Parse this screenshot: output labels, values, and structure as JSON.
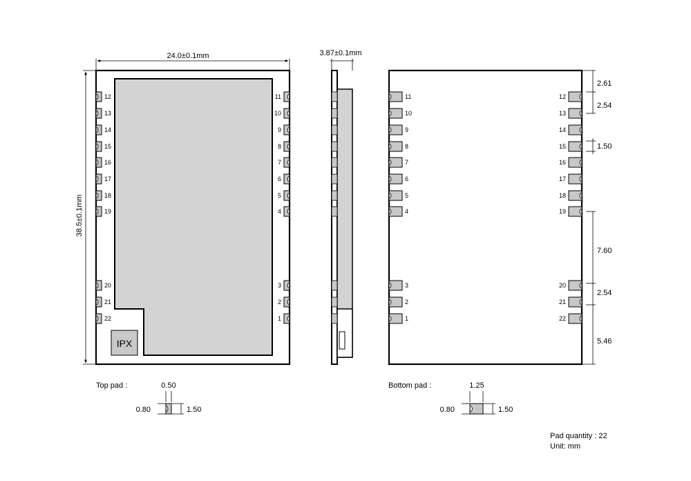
{
  "top_view": {
    "width_dim": "24.0±0.1mm",
    "height_dim": "38.5±0.1mm",
    "antenna_label": "IPX",
    "left_pins": [
      "12",
      "13",
      "14",
      "15",
      "16",
      "17",
      "18",
      "19",
      "20",
      "21",
      "22"
    ],
    "right_pins": [
      "11",
      "10",
      "9",
      "8",
      "7",
      "6",
      "5",
      "4",
      "3",
      "2",
      "1"
    ]
  },
  "side_view": {
    "thickness_dim": "3.87±0.1mm"
  },
  "bottom_view": {
    "left_pins": [
      "11",
      "10",
      "9",
      "8",
      "7",
      "6",
      "5",
      "4",
      "3",
      "2",
      "1"
    ],
    "right_pins": [
      "12",
      "13",
      "14",
      "15",
      "16",
      "17",
      "18",
      "19",
      "20",
      "21",
      "22"
    ],
    "dims": {
      "d1": "2.61",
      "d2": "2.54",
      "d3": "1.50",
      "d4": "7.60",
      "d5": "2.54",
      "d6": "5.46"
    }
  },
  "top_pad": {
    "label": "Top pad :",
    "width": "0.50",
    "depth": "0.80",
    "height": "1.50"
  },
  "bottom_pad": {
    "label": "Bottom pad :",
    "width": "1.25",
    "depth": "0.80",
    "height": "1.50"
  },
  "notes": {
    "pad_quantity": "Pad quantity : 22",
    "unit": "Unit:   mm"
  }
}
